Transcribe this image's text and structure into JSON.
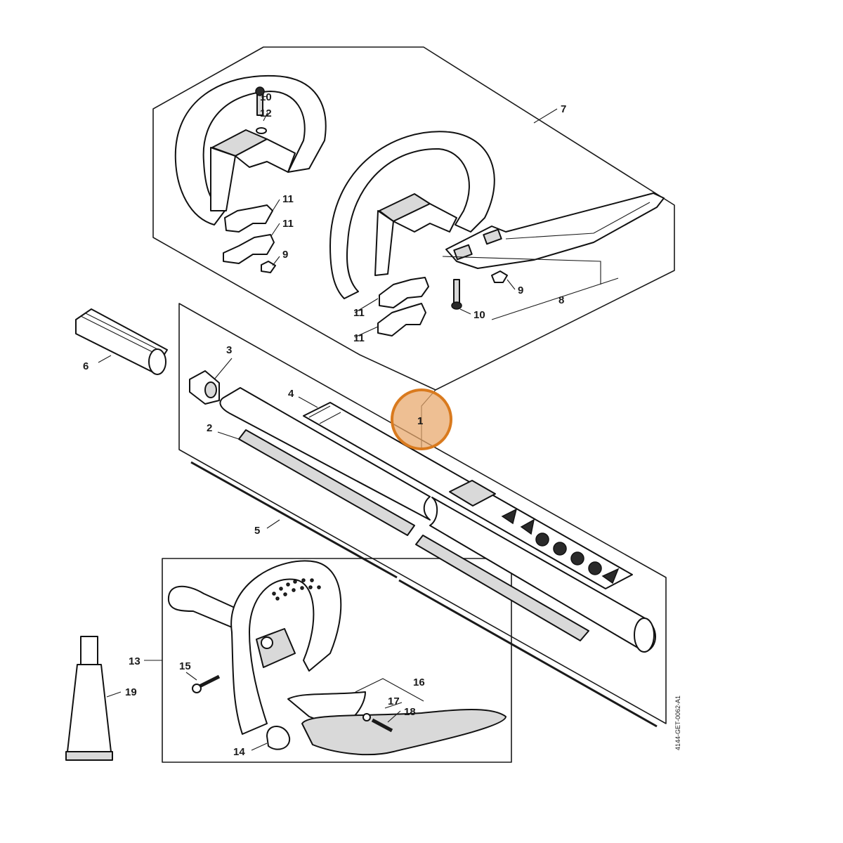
{
  "labels": {
    "p1": "1",
    "p2": "2",
    "p3": "3",
    "p4": "4",
    "p5": "5",
    "p6": "6",
    "p7": "7",
    "p8": "8",
    "p9a": "9",
    "p9b": "9",
    "p10a": "10",
    "p10b": "10",
    "p11a": "11",
    "p11b": "11",
    "p11c": "11",
    "p11d": "11",
    "p12": "12",
    "p13": "13",
    "p14": "14",
    "p15": "15",
    "p16": "16",
    "p17": "17",
    "p18": "18",
    "p19": "19"
  },
  "drawing_code": "4144-GET-0062-A1",
  "highlight": {
    "part": "1",
    "color": "#e8a66a"
  }
}
